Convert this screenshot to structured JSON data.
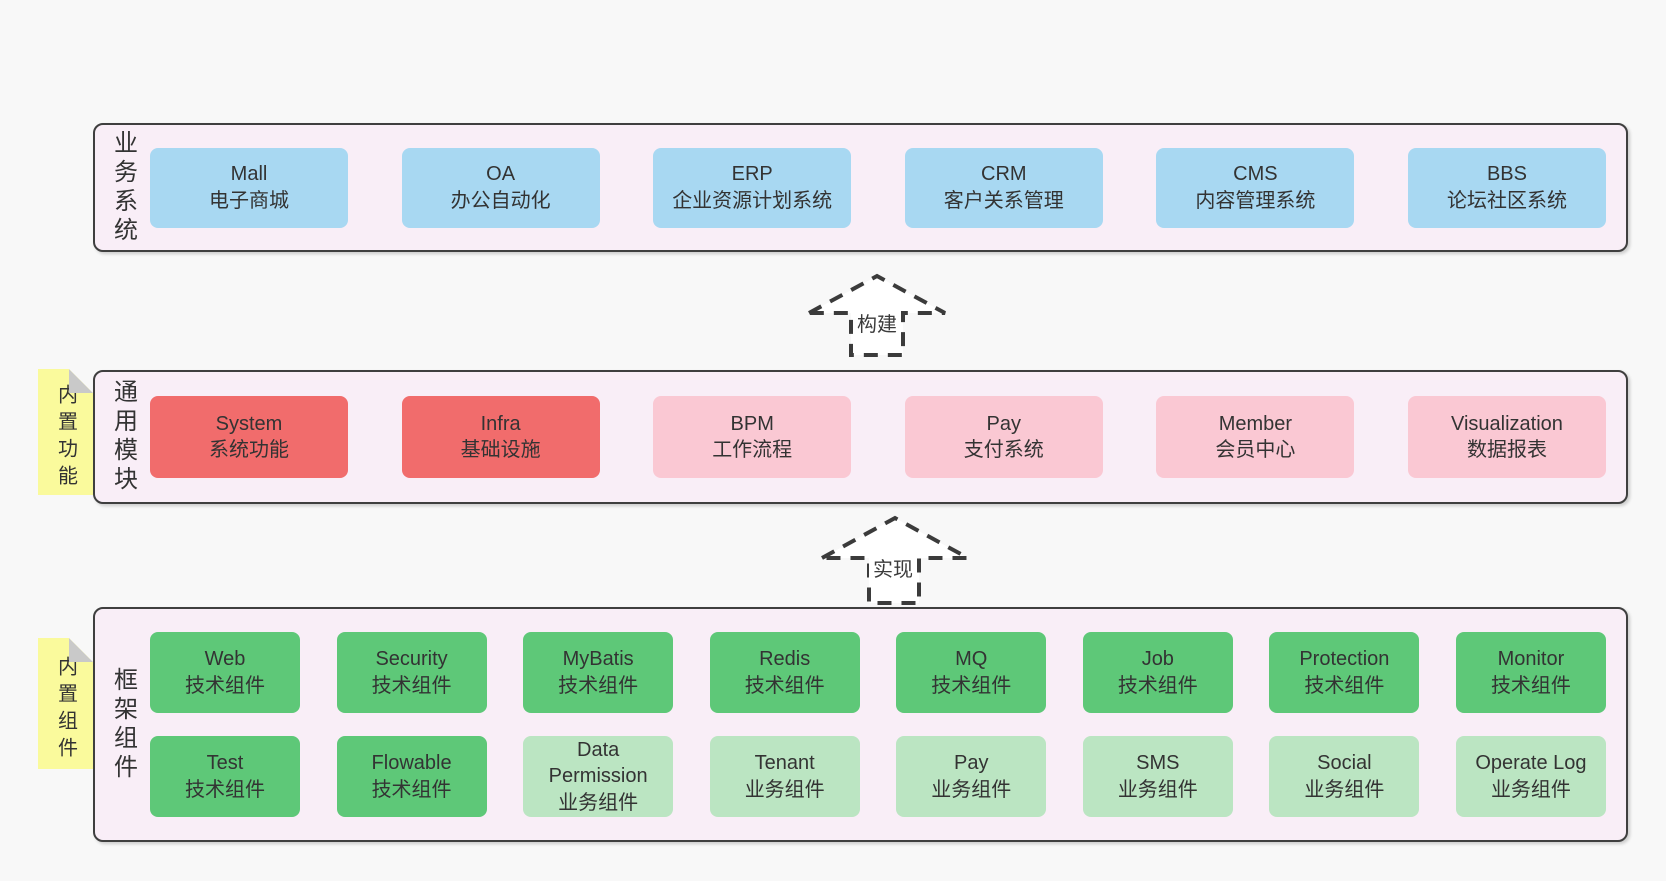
{
  "colors": {
    "page_background": "#f8f8f8",
    "band_background": "#f9eef7",
    "band_border": "#3f3f3f",
    "box_blue": "#a8d8f2",
    "box_red": "#f16c6c",
    "box_pink": "#fac8d3",
    "box_green": "#5ec878",
    "box_lightgreen": "#bbe5c2",
    "note_yellow": "#fafa9c",
    "note_fold_gray": "#c9c9c9",
    "text": "#333333"
  },
  "sections": [
    {
      "id": "business-systems",
      "label": "业务系统",
      "boxes": [
        {
          "name": "Mall",
          "desc": "电子商城",
          "variant": "blue"
        },
        {
          "name": "OA",
          "desc": "办公自动化",
          "variant": "blue"
        },
        {
          "name": "ERP",
          "desc": "企业资源计划系统",
          "variant": "blue"
        },
        {
          "name": "CRM",
          "desc": "客户关系管理",
          "variant": "blue"
        },
        {
          "name": "CMS",
          "desc": "内容管理系统",
          "variant": "blue"
        },
        {
          "name": "BBS",
          "desc": "论坛社区系统",
          "variant": "blue"
        }
      ]
    },
    {
      "id": "common-modules",
      "label": "通用模块",
      "note": "内置功能",
      "boxes": [
        {
          "name": "System",
          "desc": "系统功能",
          "variant": "red"
        },
        {
          "name": "Infra",
          "desc": "基础设施",
          "variant": "red"
        },
        {
          "name": "BPM",
          "desc": "工作流程",
          "variant": "pink"
        },
        {
          "name": "Pay",
          "desc": "支付系统",
          "variant": "pink"
        },
        {
          "name": "Member",
          "desc": "会员中心",
          "variant": "pink"
        },
        {
          "name": "Visualization",
          "desc": "数据报表",
          "variant": "pink"
        }
      ]
    },
    {
      "id": "framework-components",
      "label": "框架组件",
      "note": "内置组件",
      "rows": [
        [
          {
            "name": "Web",
            "desc": "技术组件",
            "variant": "green"
          },
          {
            "name": "Security",
            "desc": "技术组件",
            "variant": "green"
          },
          {
            "name": "MyBatis",
            "desc": "技术组件",
            "variant": "green"
          },
          {
            "name": "Redis",
            "desc": "技术组件",
            "variant": "green"
          },
          {
            "name": "MQ",
            "desc": "技术组件",
            "variant": "green"
          },
          {
            "name": "Job",
            "desc": "技术组件",
            "variant": "green"
          },
          {
            "name": "Protection",
            "desc": "技术组件",
            "variant": "green"
          },
          {
            "name": "Monitor",
            "desc": "技术组件",
            "variant": "green"
          }
        ],
        [
          {
            "name": "Test",
            "desc": "技术组件",
            "variant": "green"
          },
          {
            "name": "Flowable",
            "desc": "技术组件",
            "variant": "green"
          },
          {
            "name": "Data Permission",
            "desc": "业务组件",
            "variant": "lightgreen"
          },
          {
            "name": "Tenant",
            "desc": "业务组件",
            "variant": "lightgreen"
          },
          {
            "name": "Pay",
            "desc": "业务组件",
            "variant": "lightgreen"
          },
          {
            "name": "SMS",
            "desc": "业务组件",
            "variant": "lightgreen"
          },
          {
            "name": "Social",
            "desc": "业务组件",
            "variant": "lightgreen"
          },
          {
            "name": "Operate Log",
            "desc": "业务组件",
            "variant": "lightgreen"
          }
        ]
      ]
    }
  ],
  "arrows": [
    {
      "label": "构建"
    },
    {
      "label": "实现"
    }
  ]
}
